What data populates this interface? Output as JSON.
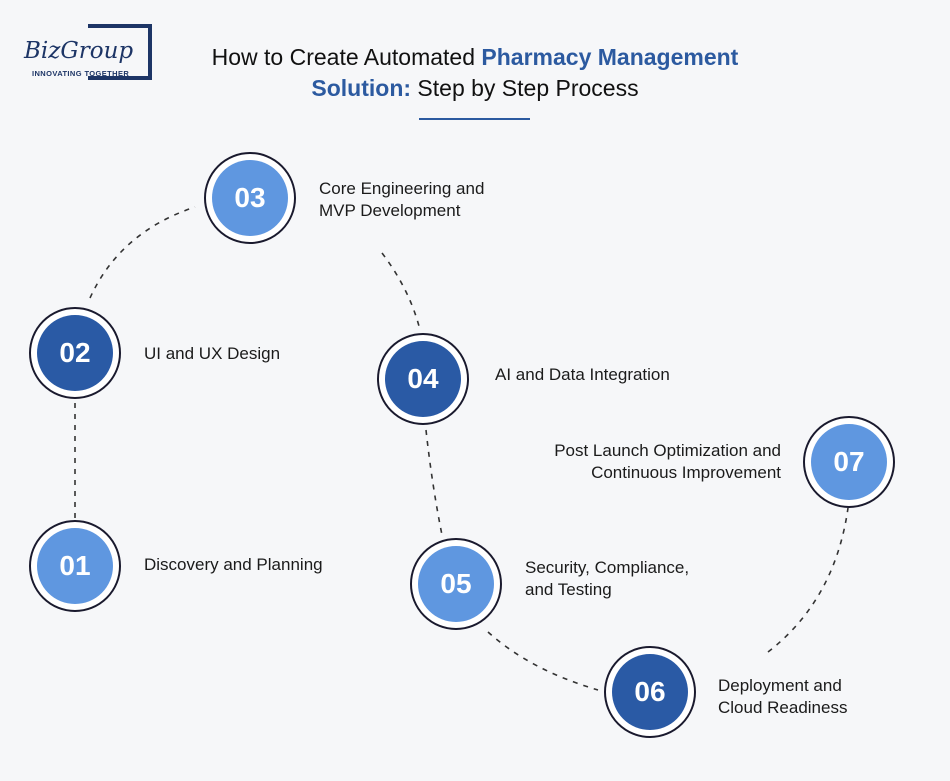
{
  "logo": {
    "name": "BizGroup",
    "tagline": "INNOVATING TOGETHER"
  },
  "title": {
    "part1": "How to Create Automated ",
    "highlight1": "Pharmacy Management",
    "highlight2": "Solution:",
    "part2": " Step by Step Process"
  },
  "colors": {
    "accent": "#2c5aa0",
    "step_light": "#5f97e0",
    "step_dark": "#2a5aa5",
    "ring": "#1a1a2e"
  },
  "steps": [
    {
      "number": "01",
      "label_line1": "Discovery and Planning",
      "label_line2": ""
    },
    {
      "number": "02",
      "label_line1": "UI and UX Design",
      "label_line2": ""
    },
    {
      "number": "03",
      "label_line1": "Core Engineering and",
      "label_line2": "MVP Development"
    },
    {
      "number": "04",
      "label_line1": "AI and Data Integration",
      "label_line2": ""
    },
    {
      "number": "05",
      "label_line1": "Security, Compliance,",
      "label_line2": "and Testing"
    },
    {
      "number": "06",
      "label_line1": "Deployment and",
      "label_line2": "Cloud Readiness"
    },
    {
      "number": "07",
      "label_line1": "Post Launch Optimization and",
      "label_line2": "Continuous Improvement"
    }
  ]
}
